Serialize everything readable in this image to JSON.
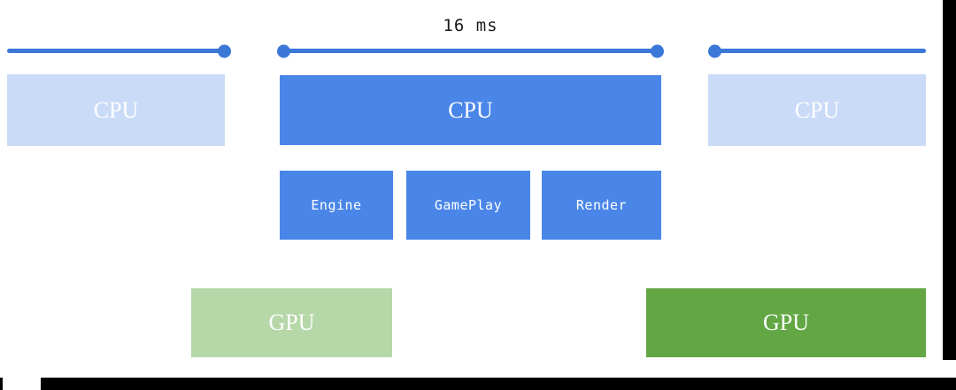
{
  "diagram": {
    "title_label": "16 ms",
    "timelines": [
      {
        "name": "previous-frame-timeline",
        "dot_start": false,
        "dot_end": true,
        "label": ""
      },
      {
        "name": "current-frame-timeline",
        "dot_start": true,
        "dot_end": true,
        "label": "16 ms"
      },
      {
        "name": "next-frame-timeline",
        "dot_start": true,
        "dot_end": false,
        "label": ""
      }
    ],
    "cpu_blocks": [
      {
        "label": "CPU",
        "state": "faded"
      },
      {
        "label": "CPU",
        "state": "active"
      },
      {
        "label": "CPU",
        "state": "faded"
      }
    ],
    "cpu_subtasks": [
      {
        "label": "Engine"
      },
      {
        "label": "GamePlay"
      },
      {
        "label": "Render"
      }
    ],
    "gpu_blocks": [
      {
        "label": "GPU",
        "state": "faded"
      },
      {
        "label": "GPU",
        "state": "active"
      }
    ],
    "colors": {
      "accent_blue": "#4a86e8",
      "faded_blue": "#c9dbf7",
      "line_blue": "#3c78d8",
      "accent_green": "#62a744",
      "faded_green": "#b6d7a8",
      "label_text": "#1a1a1a",
      "box_text": "#ffffff",
      "bar": "#000000"
    }
  }
}
